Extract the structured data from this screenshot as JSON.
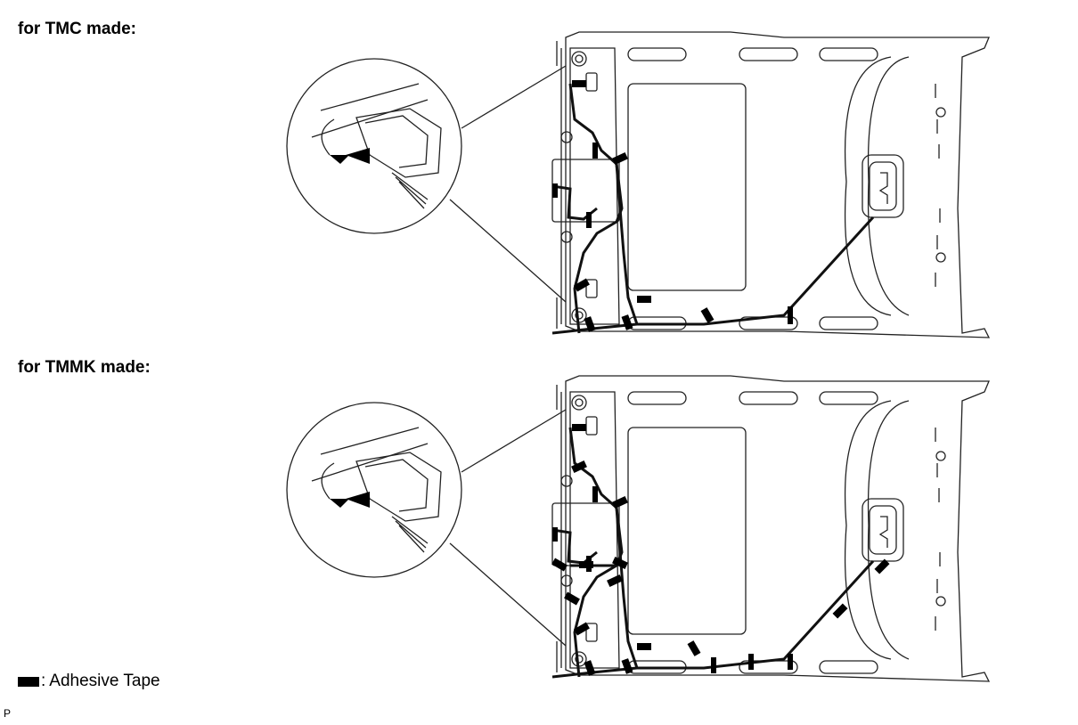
{
  "headings": {
    "tmc": "for TMC made:",
    "tmmk": "for TMMK made:"
  },
  "legend": {
    "separator": ":",
    "label": "Adhesive Tape"
  },
  "corner_label": "P",
  "colors": {
    "line": "#222222",
    "tape": "#000000",
    "background": "#ffffff"
  },
  "icons": {
    "tape_marker": "black-rectangle",
    "clip_detail": "magnified-clip-with-arrow"
  }
}
